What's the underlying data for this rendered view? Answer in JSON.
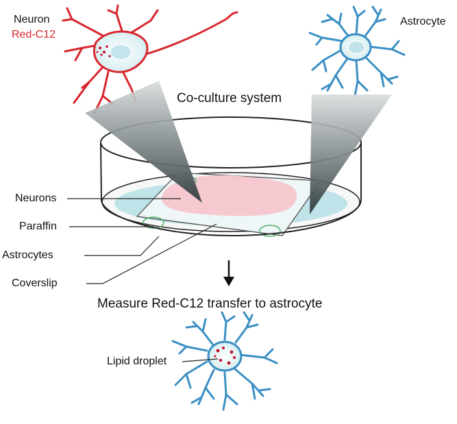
{
  "diagram": {
    "title": "Co-culture system",
    "neuron_label": "Neuron",
    "neuron_stain_label": "Red-C12",
    "astrocyte_label": "Astrocyte",
    "layer_labels": {
      "neurons": "Neurons",
      "paraffin": "Paraffin",
      "astrocytes": "Astrocytes",
      "coverslip": "Coverslip"
    },
    "step_label": "Measure Red-C12 transfer to astrocyte",
    "lipid_label": "Lipid droplet",
    "colors": {
      "neuron": "#d8262c",
      "astrocyte": "#3a8fc4",
      "astrocyte_layer": "#bfe3e8",
      "neuron_layer": "#f6c9d0",
      "paraffin": "#4fb26a",
      "lipid": "#c8102e"
    }
  }
}
